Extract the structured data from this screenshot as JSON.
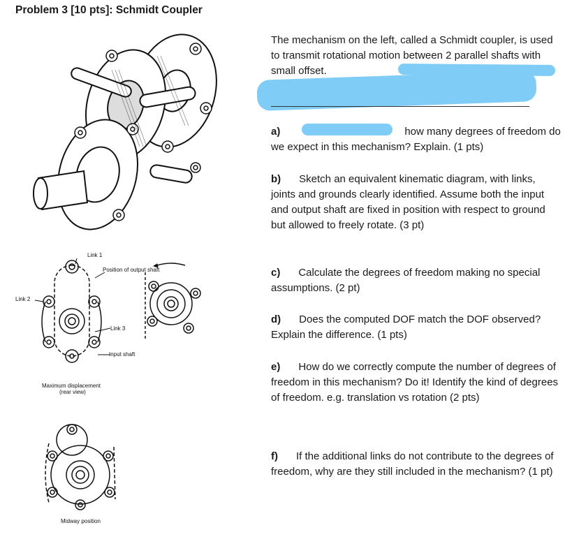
{
  "problem": {
    "title": "Problem 3 [10 pts]: Schmidt Coupler",
    "intro": "The mechanism on the left, called a Schmidt coupler, is used to transmit rotational motion between 2 parallel shafts with small offset.",
    "questions": [
      {
        "label": "a)",
        "text": "how many degrees of freedom do we expect in this mechanism? Explain. (1 pts)"
      },
      {
        "label": "b)",
        "text": "Sketch an equivalent kinematic diagram, with links, joints and grounds clearly identified. Assume both the input and output shaft are fixed in position with respect to ground but allowed to freely rotate. (3 pt)"
      },
      {
        "label": "c)",
        "text": "Calculate the degrees of freedom making no special assumptions. (2 pt)"
      },
      {
        "label": "d)",
        "text": "Does the computed DOF match the DOF observed? Explain the difference. (1 pts)"
      },
      {
        "label": "e)",
        "text": "How do we correctly compute the number of degrees of freedom in this mechanism? Do it! Identify the kind of degrees of freedom. e.g. translation vs rotation (2 pts)"
      },
      {
        "label": "f)",
        "text": "If the additional links do not contribute to the degrees of freedom, why are they still included in the mechanism? (1 pt)"
      }
    ]
  },
  "figure": {
    "labels": {
      "link1": "Link 1",
      "link2": "Link 2",
      "link3": "Link 3",
      "position_output_shaft": "Position of output shaft",
      "input_shaft": "Input shaft",
      "max_disp_line1": "Maximum displacement",
      "max_disp_line2": "(rear view)",
      "midway": "Midway position"
    }
  }
}
